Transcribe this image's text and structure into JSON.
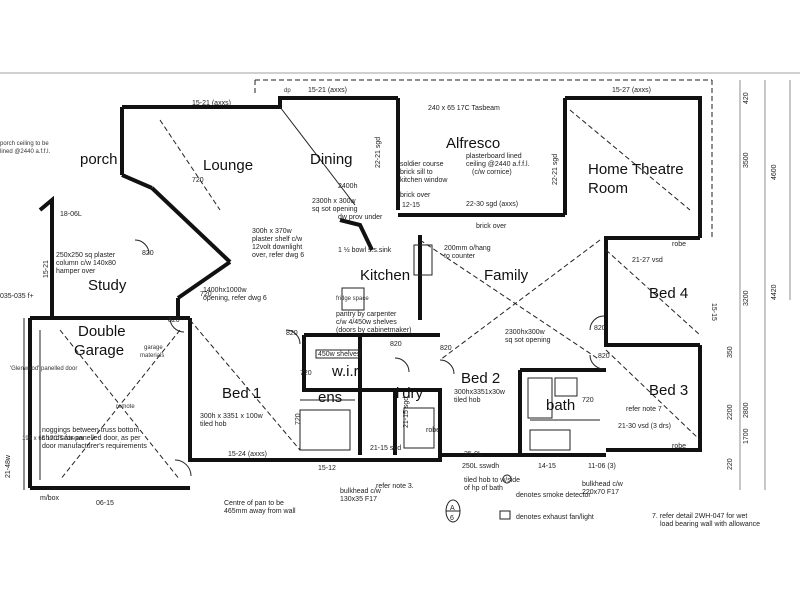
{
  "rooms": {
    "lounge": "Lounge",
    "dining": "Dining",
    "alfresco": "Alfresco",
    "home_theatre_1": "Home Theatre",
    "home_theatre_2": "Room",
    "porch": "porch",
    "study": "Study",
    "kitchen": "Kitchen",
    "family": "Family",
    "bed4": "Bed 4",
    "double_garage_1": "Double",
    "double_garage_2": "Garage",
    "bed1": "Bed 1",
    "bed2": "Bed 2",
    "bed3": "Bed 3",
    "wir": "w.i.r",
    "ens": "ens",
    "ldry": "l'dry",
    "bath": "bath"
  },
  "notes": {
    "tasbeam": "240 x 65 17C Tasbeam",
    "alfresco_ceiling_1": "plasterboard lined",
    "alfresco_ceiling_2": "ceiling @2440 a.f.f.l.",
    "alfresco_ceiling_3": "(c/w cornice)",
    "soldier_1": "soldier course",
    "soldier_2": "brick sill to",
    "soldier_3": "kitchen window",
    "brick_over_1": "brick over",
    "brick_over_2": "brick over",
    "dining_opening_1": "2300h x 300w",
    "dining_opening_2": "sq sot opening",
    "dining_height": "2400h",
    "lounge_shelf_1": "300h x 370w",
    "lounge_shelf_2": "plaster shelf c/w",
    "lounge_shelf_3": "12volt downlight",
    "lounge_shelf_4": "over, refer dwg 6",
    "bowl_1": "1 ½ bowl s.s.sink",
    "bowl_2": "dw prov under",
    "hang_1": "200mm o/hang",
    "hang_2": "to counter",
    "pantry_1": "pantry by carpenter",
    "pantry_2": "c/w 4/450w shelves",
    "pantry_3": "(doors by cabinetmaker)",
    "fridge": "fridge space",
    "opening_1400_1": "1400hx1000w",
    "opening_1400_2": "opening, refer dwg 6",
    "study_col_1": "250x250 sq plaster",
    "study_col_2": "column c/w 140x80",
    "study_col_3": "hamper over",
    "porch_ceiling_1": "porch ceiling to be",
    "porch_ceiling_2": "lined @2440 a.f.f.l.",
    "family_opening_1": "2300hx300w",
    "family_opening_2": "sq sot opening",
    "wir_shelves": "450w shelves",
    "bed1_hob_1": "300h x 3351 x 100w",
    "bed1_hob_2": "tiled hob",
    "bed2_hob_1": "300hx3351x30w",
    "bed2_hob_2": "tiled hob",
    "garage_door_1": "'Glenwood' panelled door",
    "garage_door_2": "195 x 65 17C Tasbeam",
    "noggings_1": "noggings between truss bottom",
    "noggings_2": "chords for panelled door, as per",
    "noggings_3": "door manufacturer's requirements",
    "garage_col_1": "garage",
    "garage_col_2": "materials",
    "remote": "remote",
    "pan_1": "Centre of pan to be",
    "pan_2": "465mm away from wall",
    "bulkhead_1": "bulkhead c/w",
    "bulkhead_2": "130x35 F17",
    "refer_note_3": "refer note 3.",
    "tiled_hob_1": "tiled hob to w/side",
    "tiled_hob_2": "of hp of bath",
    "smoke": "denotes smoke detector",
    "exhaust": "denotes exhaust fan/light",
    "bulkhead_b_1": "bulkhead c/w",
    "bulkhead_b_2": "220x70 F17",
    "refer_note_7": "7. refer detail 2WH-047 for wet",
    "refer_note_7b": "load bearing wall with allowance",
    "refer_note_7c": "refer note 7",
    "robe_1": "robe",
    "robe_2": "robe",
    "robe_3": "robe",
    "vsd_bed4": "21-27 vsd",
    "vsd_bed3": "21-30 vsd (3 drs)",
    "dp": "dp",
    "m_box": "m/box",
    "section_a": "A",
    "section_no": "6"
  },
  "dimensions": {
    "d1": "15-21 (axxs)",
    "d2": "15-21 (axxs)",
    "d3": "15-27 (axxs)",
    "d4": "22-21 sgd",
    "d5": "22-21 sgd",
    "d6": "22-30 sgd (axxs)",
    "d7": "18-06L",
    "d8": "12-15",
    "d9": "15-24 (axxs)",
    "d10": "15-12",
    "d11": "21-15 sgd",
    "d12": "25-0L",
    "d13": "14-15",
    "d14": "11-06 (3)",
    "d15": "06-15",
    "d16": "21-48w",
    "d17": "035-035 f+",
    "d18": "21-15 sgd",
    "d19": "15-15",
    "d20": "15-21",
    "d21": "820",
    "d22": "820",
    "d23": "720",
    "d24": "820",
    "d25": "720",
    "d26": "820",
    "d27": "820",
    "d28": "720",
    "d29": "820",
    "d30": "720",
    "d31": "820",
    "d32": "720",
    "d33": "250L sswdh",
    "r1": "420",
    "r2": "4600",
    "r3": "3500",
    "r4": "4420",
    "r5": "3200",
    "r6": "2800",
    "r7": "1700",
    "r8": "2200",
    "r9": "350",
    "r10": "220"
  },
  "colors": {
    "ink": "#111111",
    "paper": "#ffffff"
  }
}
